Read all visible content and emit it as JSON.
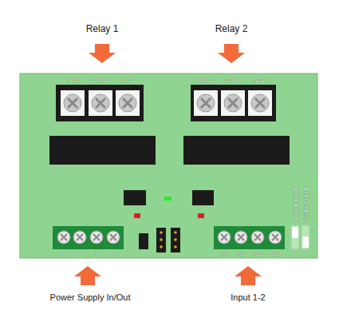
{
  "diagram": {
    "labels": [
      "Relay 1",
      "Relay 2",
      "NO1",
      "COM1",
      "NC1",
      "NO2",
      "COM2",
      "NC2",
      "+",
      "–",
      "+",
      "–",
      "VIN",
      "IN1",
      "IN2",
      "COM",
      "Voltage Input",
      "Contact Input",
      "Power Supply In/Out",
      "Input 1-2"
    ]
  }
}
